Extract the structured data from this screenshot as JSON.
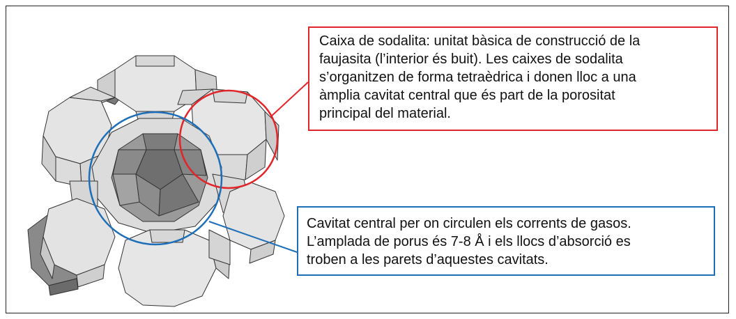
{
  "callouts": {
    "sodalite": {
      "lines": [
        "Caixa de sodalita: unitat bàsica de construcció de la",
        "faujasita (l’interior és buit). Les caixes de sodalita",
        "s’organitzen de forma tetraèdrica i donen lloc a una",
        "àmplia cavitat central que és part de la porositat",
        "principal del material."
      ],
      "color": "#e2242b"
    },
    "cavity": {
      "lines": [
        "Cavitat central per on circulen els corrents de gasos.",
        "L’amplada de porus és 7-8 Å i els llocs d’absorció es",
        "troben a les parets d’aquestes cavitats."
      ],
      "color": "#1f6fb8"
    }
  },
  "colors": {
    "face_light": "#e6e6e6",
    "face_mid": "#cfcfcf",
    "face_dark": "#8f8f8f",
    "face_deep": "#6b6b6b",
    "edge": "#333333"
  }
}
